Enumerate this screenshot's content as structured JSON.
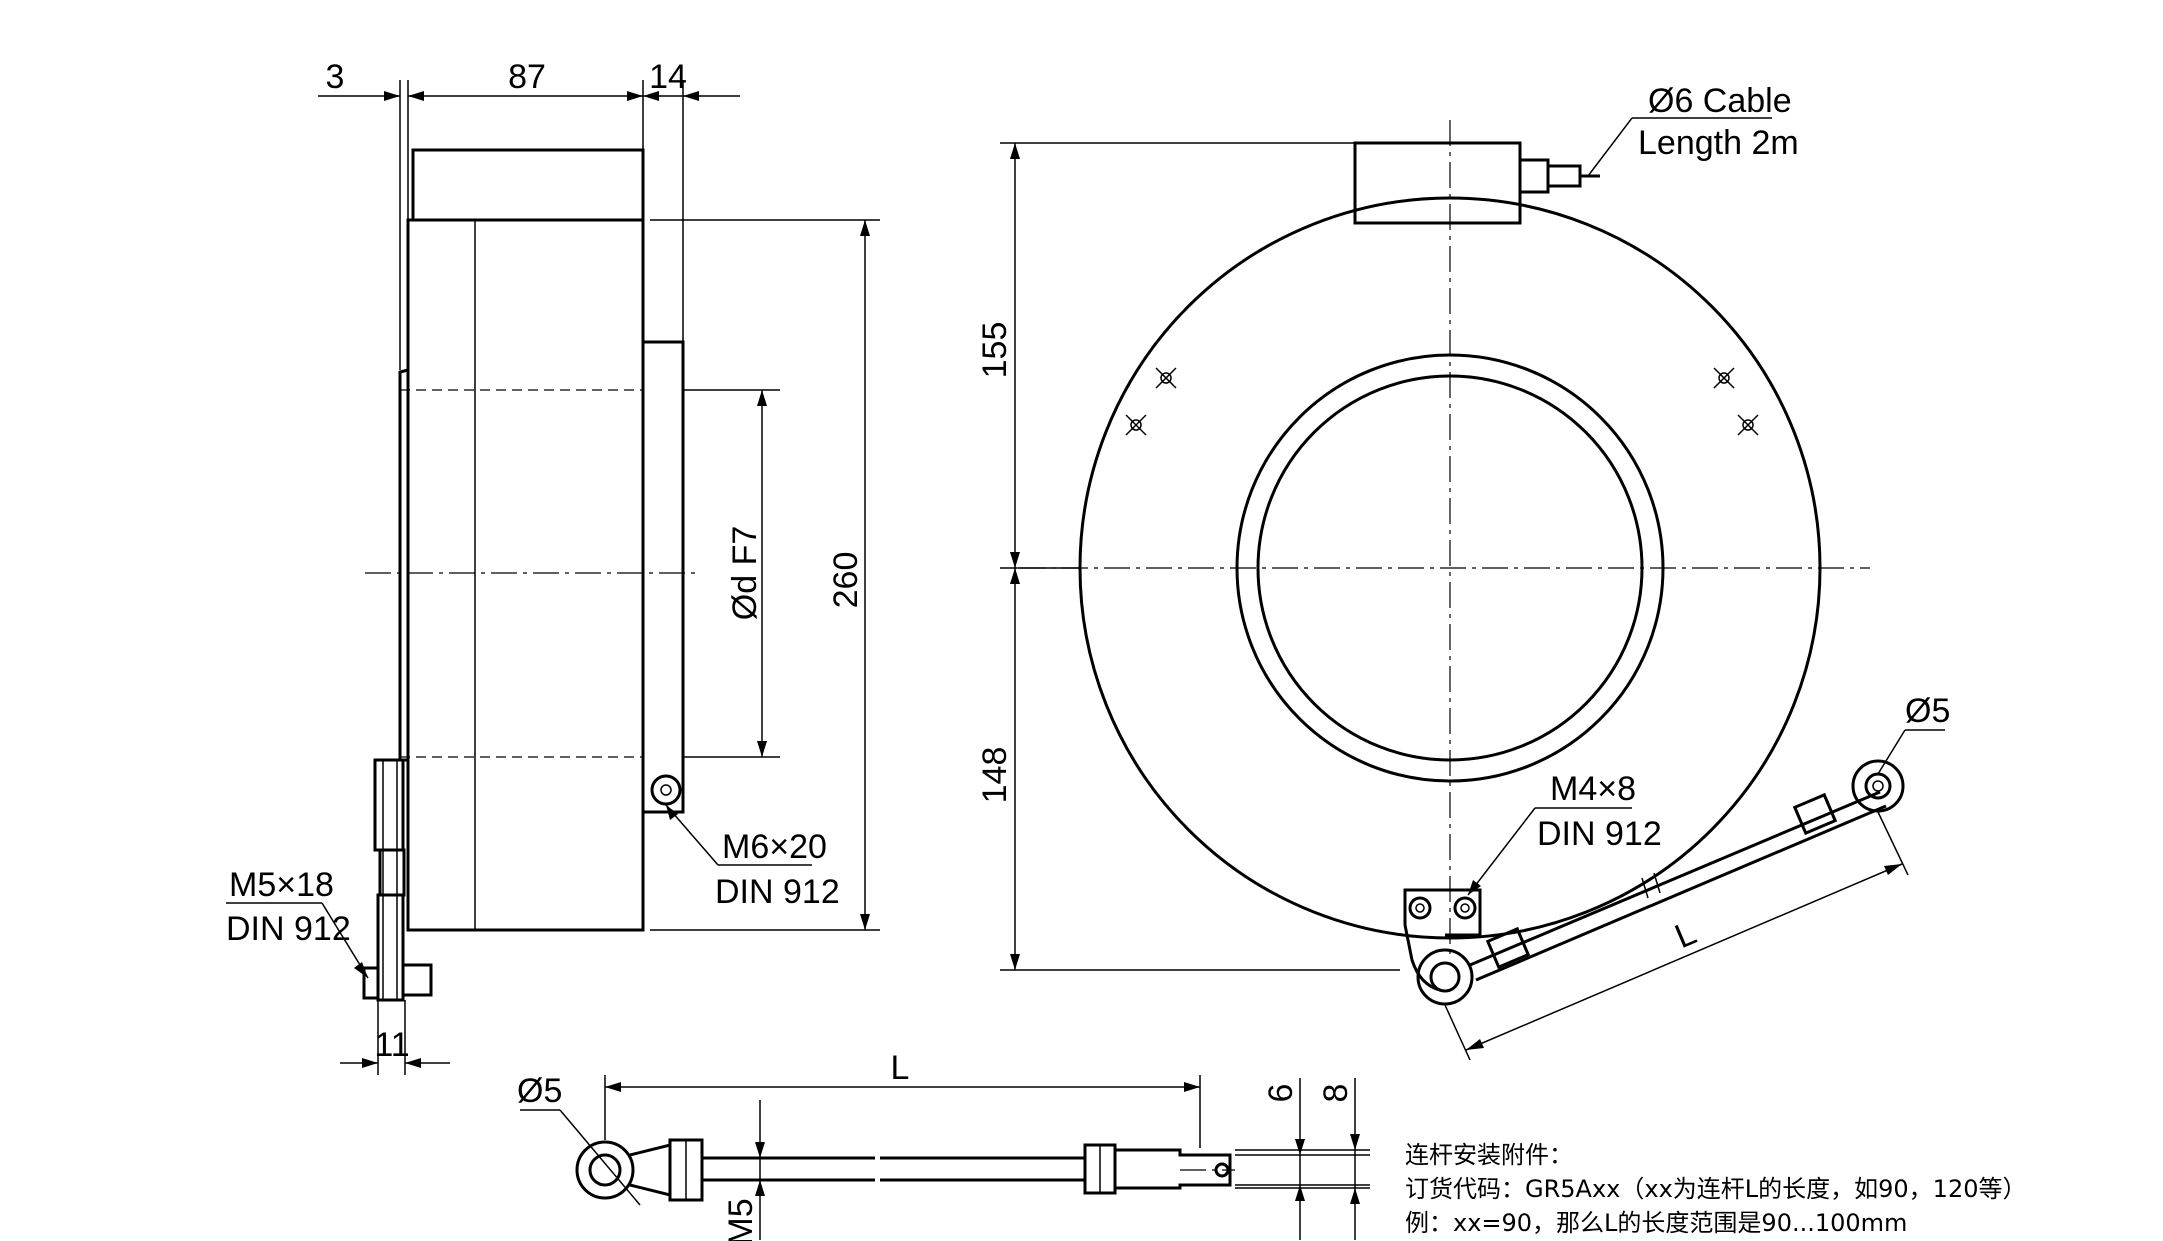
{
  "side_view": {
    "dim_3": "3",
    "dim_87": "87",
    "dim_14": "14",
    "dim_bore": "Ød F7",
    "dim_260": "260",
    "dim_11": "11",
    "screw_m6_line1": "M6×20",
    "screw_m6_line2": "DIN 912",
    "screw_m5_line1": "M5×18",
    "screw_m5_line2": "DIN 912"
  },
  "front_view": {
    "cable_line1": "Ø6 Cable",
    "cable_line2": "Length 2m",
    "dim_155": "155",
    "dim_148": "148",
    "screw_m4_line1": "M4×8",
    "screw_m4_line2": "DIN 912",
    "rod_end_diameter": "Ø5",
    "rod_length": "L"
  },
  "rod_detail": {
    "eye_diameter": "Ø5",
    "length": "L",
    "dim_6": "6",
    "dim_8": "8",
    "thread": "M5"
  },
  "notes": {
    "line1": "连杆安装附件：",
    "line2": "订货代码：GR5Axx（xx为连杆L的长度，如90，120等）",
    "line3": "例：xx=90，那么L的长度范围是90...100mm"
  }
}
